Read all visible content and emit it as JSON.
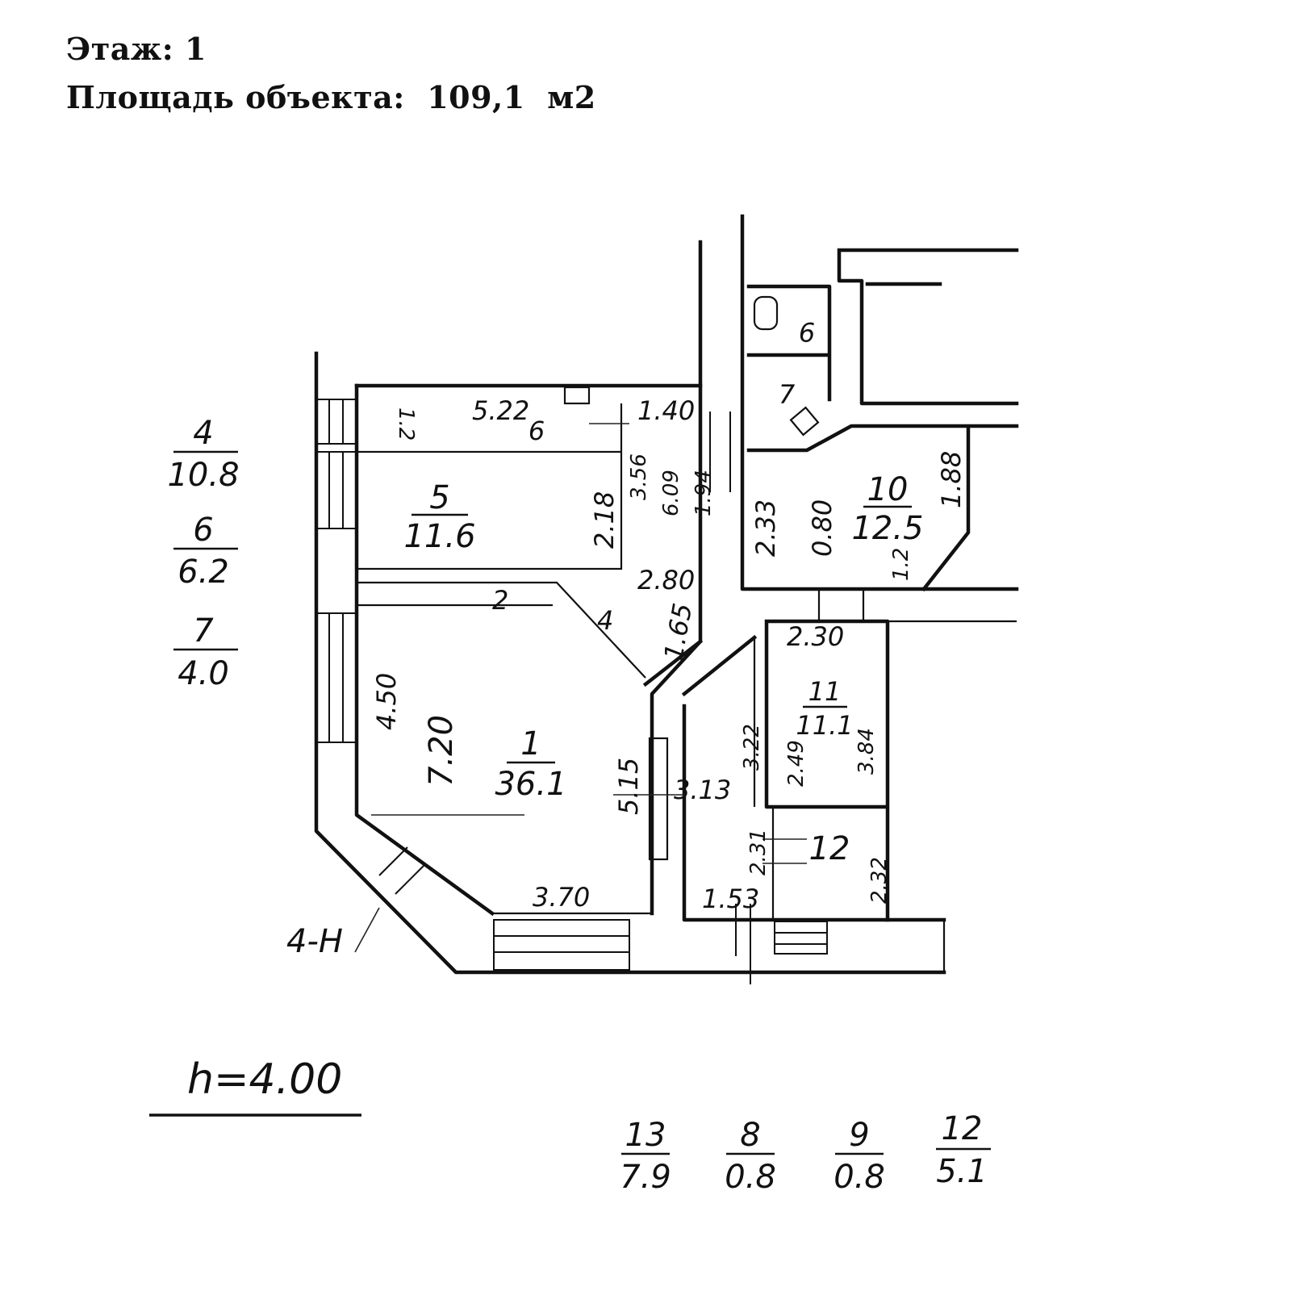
{
  "header": {
    "floor_label": "Этаж:",
    "floor_value": "1",
    "area_label": "Площадь объекта:",
    "area_value": "109,1",
    "area_unit": "м2"
  },
  "rooms": [
    {
      "number": "1",
      "area": "36.1"
    },
    {
      "number": "5",
      "area": "11.6"
    },
    {
      "number": "6"
    },
    {
      "number": "7"
    },
    {
      "number": "9"
    },
    {
      "number": "10",
      "area": "12.5"
    },
    {
      "number": "11",
      "area": "11.1"
    },
    {
      "number": "12"
    }
  ],
  "dimensions": [
    "5.22",
    "1.40",
    "2.18",
    "2.80",
    "1.65",
    "4.50",
    "7.20",
    "5.15",
    "3.70",
    "2.33",
    "0.80",
    "1.88",
    "2.30",
    "1.53",
    "2.31",
    "2.32",
    "3.22",
    "2.49",
    "3.84",
    "3.13",
    "2",
    "4",
    "1.94",
    "6.09",
    "3.56",
    "1.2",
    "1.2"
  ],
  "side_summary": [
    {
      "number": "4",
      "area": "10.8"
    },
    {
      "number": "6",
      "area": "6.2"
    },
    {
      "number": "7",
      "area": "4.0"
    }
  ],
  "bottom_summary": [
    {
      "number": "13",
      "area": "7.9"
    },
    {
      "number": "8",
      "area": "0.8"
    },
    {
      "number": "9",
      "area": "0.8"
    },
    {
      "number": "12",
      "area": "5.1"
    }
  ],
  "ceiling_height": "h=4.00",
  "marker": "4-Н"
}
